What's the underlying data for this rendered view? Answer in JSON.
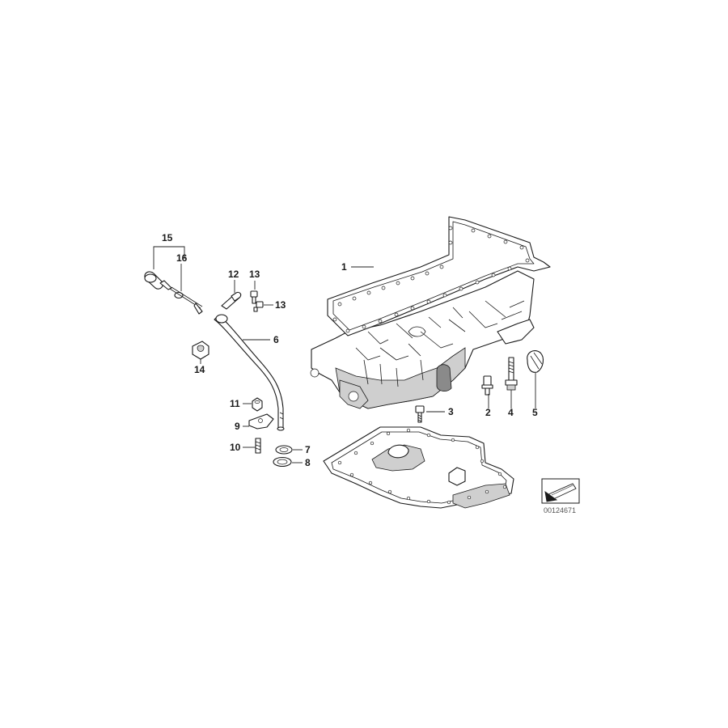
{
  "diagram": {
    "callouts": [
      {
        "id": "c1",
        "text": "1"
      },
      {
        "id": "c2",
        "text": "2"
      },
      {
        "id": "c3",
        "text": "3"
      },
      {
        "id": "c4",
        "text": "4"
      },
      {
        "id": "c5",
        "text": "5"
      },
      {
        "id": "c6",
        "text": "6"
      },
      {
        "id": "c7",
        "text": "7"
      },
      {
        "id": "c8",
        "text": "8"
      },
      {
        "id": "c9",
        "text": "9"
      },
      {
        "id": "c10",
        "text": "10"
      },
      {
        "id": "c11",
        "text": "11"
      },
      {
        "id": "c12",
        "text": "12"
      },
      {
        "id": "c13a",
        "text": "13"
      },
      {
        "id": "c13b",
        "text": "13"
      },
      {
        "id": "c14",
        "text": "14"
      },
      {
        "id": "c15",
        "text": "15"
      },
      {
        "id": "c16",
        "text": "16"
      }
    ],
    "reference_code": "00124671"
  },
  "icons": {
    "navigation": "arrow-direction-icon"
  }
}
